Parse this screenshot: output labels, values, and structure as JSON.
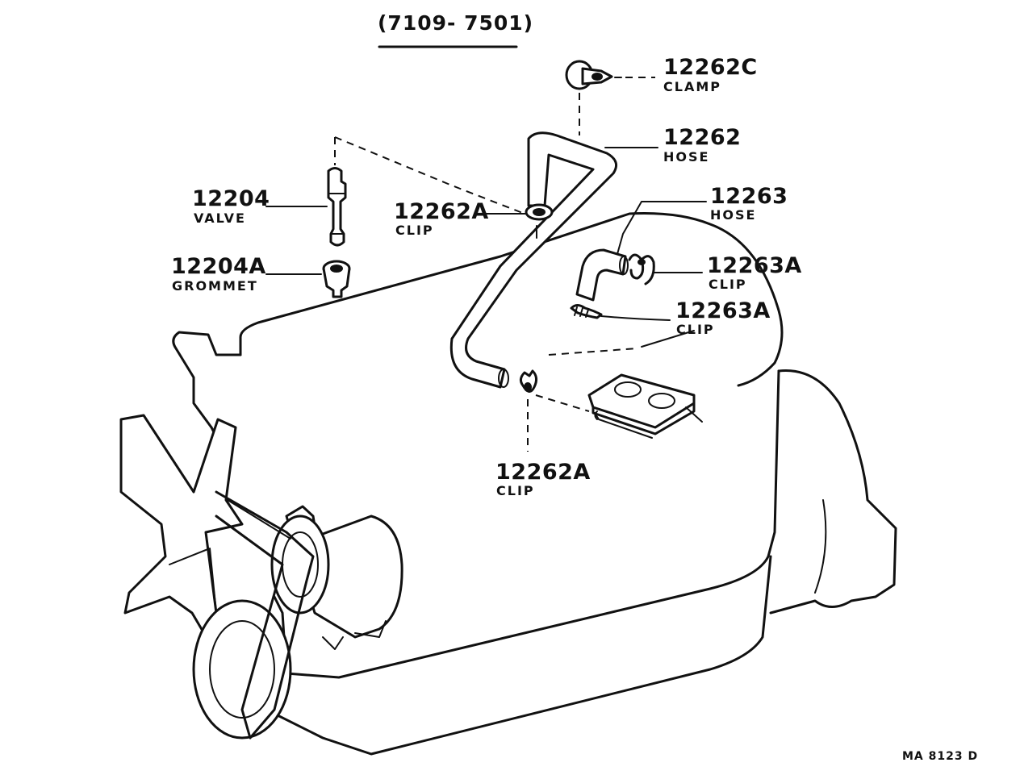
{
  "title": "(7109- 7501)",
  "diagram_code": "MA 8123 D",
  "parts": [
    {
      "number": "12262C",
      "name": "CLAMP"
    },
    {
      "number": "12262",
      "name": "HOSE"
    },
    {
      "number": "12204",
      "name": "VALVE"
    },
    {
      "number": "12262A",
      "name": "CLIP"
    },
    {
      "number": "12263",
      "name": "HOSE"
    },
    {
      "number": "12204A",
      "name": "GROMMET"
    },
    {
      "number": "12263A",
      "name": "CLIP"
    },
    {
      "number": "12263A",
      "name": "CLIP"
    },
    {
      "number": "12262A",
      "name": "CLIP"
    }
  ]
}
